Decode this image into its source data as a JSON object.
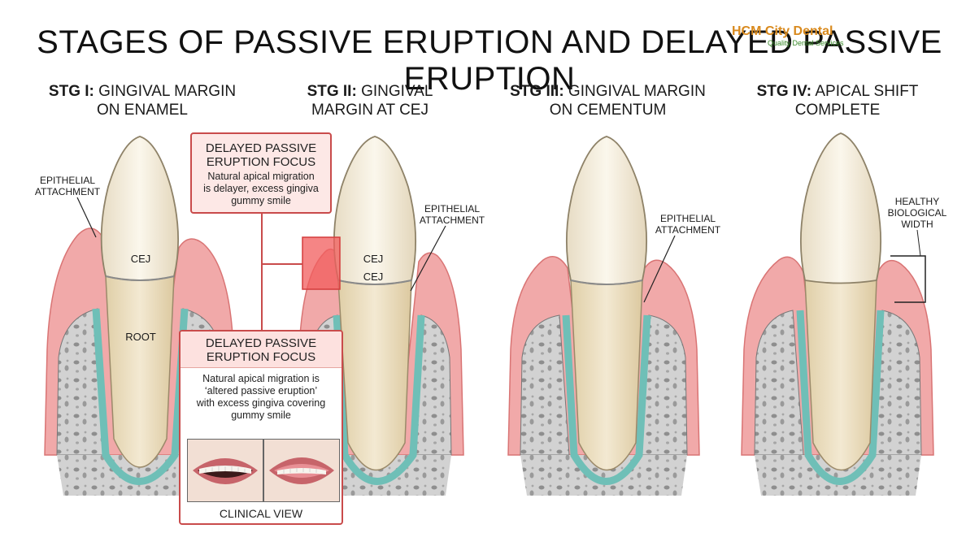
{
  "title": "STAGES OF PASSIVE ERUPTION AND DELAYED PASSIVE ERUPTION",
  "watermark": {
    "brand": "HCM City Dental",
    "tagline": "Quality Dental Services"
  },
  "stages": [
    {
      "id": "STG I:",
      "title_rest_line1": " GINGIVAL MARGIN",
      "title_line2": "ON ENAMEL"
    },
    {
      "id": "STG II:",
      "title_rest_line1": " GINGIVAL",
      "title_line2": "MARGIN AT CEJ"
    },
    {
      "id": "STG III:",
      "title_rest_line1": " GINGIVAL MARGIN",
      "title_line2": "ON CEMENTUM"
    },
    {
      "id": "STG IV:",
      "title_rest_line1": " APICAL SHIFT",
      "title_line2": "COMPLETE"
    }
  ],
  "labels": {
    "epithelial_attachment": [
      "EPITHELIAL",
      "ATTACHMENT"
    ],
    "cej": "CEJ",
    "root": "ROOT",
    "healthy_biological_width": [
      "HEALTHY",
      "BIOLOGICAL",
      "WIDTH"
    ]
  },
  "callout_top": {
    "heading": [
      "DELAYED PASSIVE",
      "ERUPTION FOCUS"
    ],
    "body": [
      "Natural apical migration",
      "is delayer, excess gingiva",
      "gummy smile"
    ]
  },
  "callout_bottom": {
    "heading": [
      "DELAYED PASSIVE",
      "ERUPTION FOCUS"
    ],
    "body": [
      "Natural apical migration is",
      "‘altered passive eruption’",
      "with excess gingiva covering",
      "gummy smile"
    ],
    "caption": "CLINICAL VIEW"
  },
  "colors": {
    "gingiva": "#f0a6a6",
    "gingiva_dark": "#d86a6a",
    "bone": "#c9c9c9",
    "enamel": "#f5efe0",
    "root": "#ece0c3",
    "ligament": "#7fc9c1",
    "callout_border": "#c94b4b",
    "highlight": "#f05a5a"
  }
}
